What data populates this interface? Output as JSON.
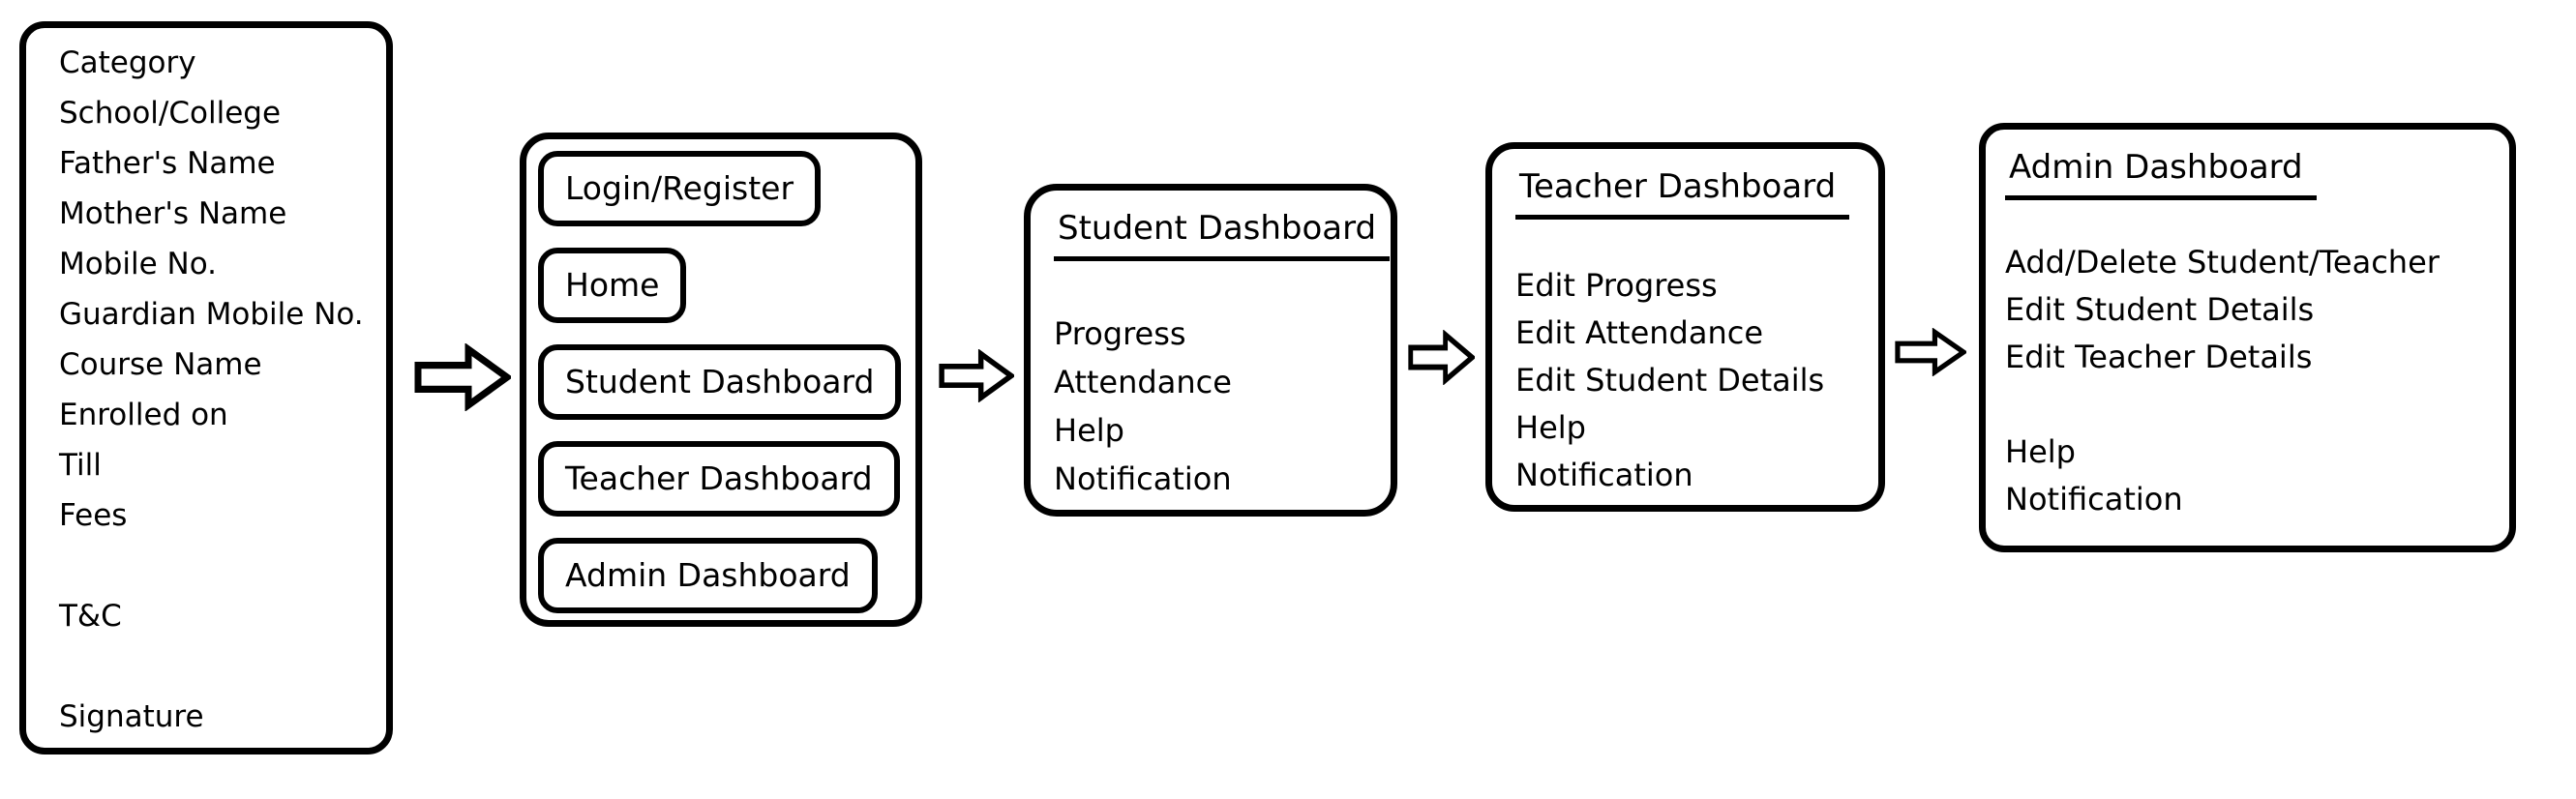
{
  "palette": {
    "ink": "#000000",
    "paper": "#ffffff"
  },
  "icons": {
    "flow_arrow": "right-block-arrow"
  },
  "boxes": {
    "registration_form": {
      "lines": [
        "Category",
        "School/College",
        "Father's Name",
        "Mother's Name",
        "Mobile No.",
        "Guardian Mobile No.",
        "Course Name",
        "Enrolled on",
        "Till",
        "Fees",
        "",
        "T&C",
        "",
        "Signature"
      ]
    },
    "main_menu": {
      "buttons": [
        "Login/Register",
        "Home",
        "Student Dashboard",
        "Teacher Dashboard",
        "Admin Dashboard"
      ]
    },
    "student_dashboard": {
      "title": "Student Dashboard",
      "items": [
        "Progress",
        "Attendance",
        "Help",
        "Notification"
      ]
    },
    "teacher_dashboard": {
      "title": "Teacher Dashboard",
      "items": [
        "Edit Progress",
        "Edit Attendance",
        "Edit Student Details",
        "Help",
        "Notification"
      ]
    },
    "admin_dashboard": {
      "title": "Admin Dashboard",
      "items": [
        "Add/Delete Student/Teacher",
        "Edit Student Details",
        "Edit Teacher Details",
        "",
        "Help",
        "Notification"
      ]
    }
  }
}
